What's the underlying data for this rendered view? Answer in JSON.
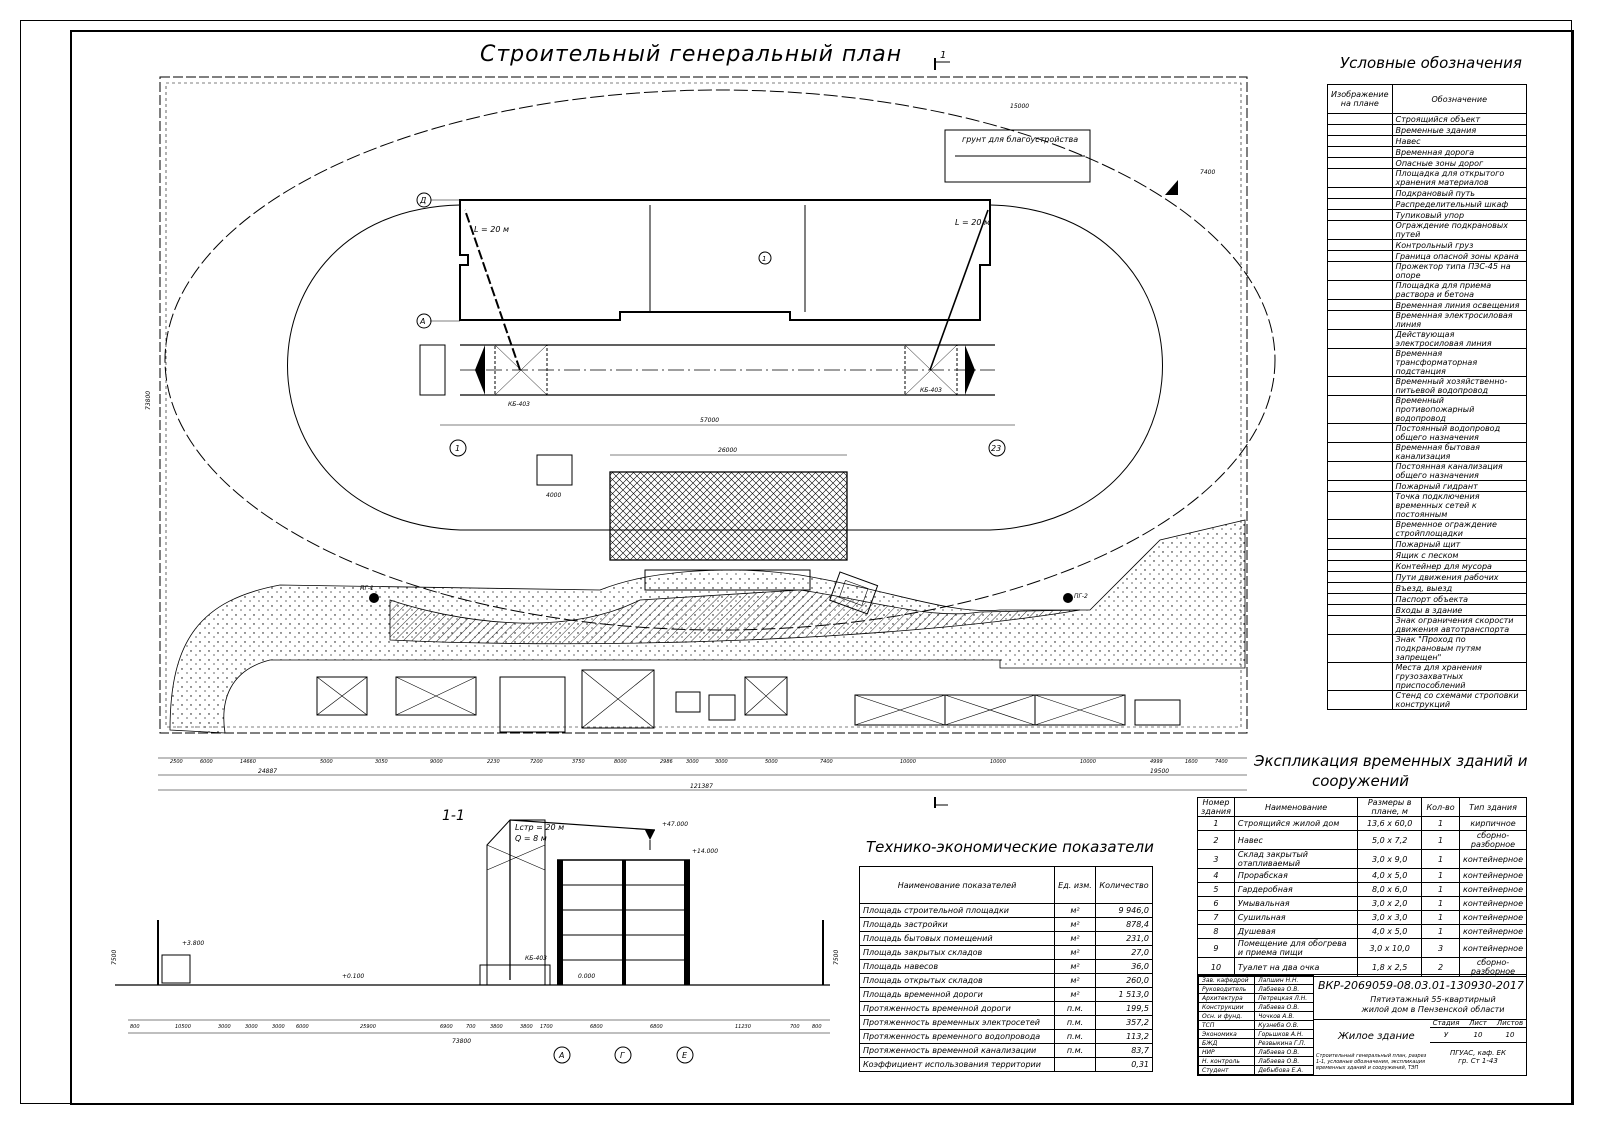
{
  "title": "Строительный генеральный план",
  "section_marker": "1",
  "section_title": "1-1",
  "legend": {
    "title": "Условные обозначения",
    "col_image": "Изображение на плане",
    "col_meaning": "Обозначение",
    "items": [
      "Строящийся объект",
      "Временные здания",
      "Навес",
      "Временная дорога",
      "Опасные зоны дорог",
      "Площадка для открытого хранения материалов",
      "Подкрановый путь",
      "Распределительный шкаф",
      "Тупиковый упор",
      "Ограждение подкрановых путей",
      "Контрольный груз",
      "Граница опасной зоны крана",
      "Прожектор типа ПЗС-45 на опоре",
      "Площадка для приема раствора и бетона",
      "Временная линия освещения",
      "Временная электросиловая линия",
      "Действующая электросиловая линия",
      "Временная трансформаторная подстанция",
      "Временный хозяйственно-питьевой водопровод",
      "Временный противопожарный водопровод",
      "Постоянный водопровод общего назначения",
      "Временная бытовая канализация",
      "Постоянная канализация общего назначения",
      "Пожарный гидрант",
      "Точка подключения временных сетей к постоянным",
      "Временное ограждение стройплощадки",
      "Пожарный щит",
      "Ящик с песком",
      "Контейнер для мусора",
      "Пути движения рабочих",
      "Въезд, выезд",
      "Паспорт объекта",
      "Входы в здание",
      "Знак ограничения скорости движения автотранспорта",
      "Знак \"Проход по подкрановым путям запрещен\"",
      "Места для хранения грузозахватных приспособлений",
      "Стенд со схемами строповки конструкций"
    ]
  },
  "explication": {
    "title_line1": "Экспликация временных зданий и",
    "title_line2": "сооружений",
    "headers": [
      "Номер здания",
      "Наименование",
      "Размеры в плане, м",
      "Кол-во",
      "Тип здания"
    ],
    "rows": [
      [
        "1",
        "Строящийся жилой дом",
        "13,6 х 60,0",
        "1",
        "кирпичное"
      ],
      [
        "2",
        "Навес",
        "5,0 х 7,2",
        "1",
        "сборно-разборное"
      ],
      [
        "3",
        "Склад закрытый отапливаемый",
        "3,0 х 9,0",
        "1",
        "контейнерное"
      ],
      [
        "4",
        "Прорабская",
        "4,0 х 5,0",
        "1",
        "контейнерное"
      ],
      [
        "5",
        "Гардеробная",
        "8,0 х 6,0",
        "1",
        "контейнерное"
      ],
      [
        "6",
        "Умывальная",
        "3,0 х 2,0",
        "1",
        "контейнерное"
      ],
      [
        "7",
        "Сушильная",
        "3,0 х 3,0",
        "1",
        "контейнерное"
      ],
      [
        "8",
        "Душевая",
        "4,0 х 5,0",
        "1",
        "контейнерное"
      ],
      [
        "9",
        "Помещение для обогрева и приема пищи",
        "3,0 х 10,0",
        "3",
        "контейнерное"
      ],
      [
        "10",
        "Туалет на два очка",
        "1,8 х 2,5",
        "2",
        "сборно-разборное"
      ]
    ]
  },
  "tep": {
    "title": "Технико-экономические показатели",
    "headers": [
      "Наименование показателей",
      "Ед. изм.",
      "Количество"
    ],
    "rows": [
      [
        "Площадь строительной площадки",
        "м²",
        "9 946,0"
      ],
      [
        "Площадь застройки",
        "м²",
        "878,4"
      ],
      [
        "Площадь бытовых помещений",
        "м²",
        "231,0"
      ],
      [
        "Площадь закрытых складов",
        "м²",
        "27,0"
      ],
      [
        "Площадь навесов",
        "м²",
        "36,0"
      ],
      [
        "Площадь открытых складов",
        "м²",
        "260,0"
      ],
      [
        "Площадь временной дороги",
        "м²",
        "1 513,0"
      ],
      [
        "Протяженность временной дороги",
        "п.м.",
        "199,5"
      ],
      [
        "Протяженность временных электросетей",
        "п.м.",
        "357,2"
      ],
      [
        "Протяженность временного водопровода",
        "п.м.",
        "113,2"
      ],
      [
        "Протяженность временной канализации",
        "п.м.",
        "83,7"
      ],
      [
        "Коэффициент использования территории",
        "",
        "0,31"
      ]
    ]
  },
  "stamp": {
    "code": "ВКР-2069059-08.03.01-130930-2017",
    "project": "Пятиэтажный 55-квартирный жилой дом в Пензенской области",
    "sheet_title": "Жилое здание",
    "sheet_desc": "Строительный генеральный план, разрез 1-1, условные обозначения, экспликация временных зданий и сооружений, ТЭП",
    "stage_h": "Стадия",
    "sheet_h": "Лист",
    "sheets_h": "Листов",
    "stage": "У",
    "sheet": "10",
    "sheets": "10",
    "org": "ПГУАС, каф. ЕК",
    "group": "гр. Ст 1-43",
    "roles": [
      [
        "Зав. кафедрой",
        "Лапшин Н.Н."
      ],
      [
        "Руководитель",
        "Лабаева О.В."
      ],
      [
        "Архитектура",
        "Петрецкая Л.Н."
      ],
      [
        "Конструкции",
        "Лабаева О.В."
      ],
      [
        "Осн. и фунд.",
        "Чочков А.В."
      ],
      [
        "ТСП",
        "Кузнеба О.В."
      ],
      [
        "Экономика",
        "Горьшков А.Н."
      ],
      [
        "БЖД",
        "Резвыкина Г.П."
      ],
      [
        "НИР",
        "Лабаева О.В."
      ],
      [
        "Н. контроль",
        "Лабаева О.В."
      ],
      [
        "Студент",
        "Дебыбова Е.А."
      ]
    ]
  },
  "plan_labels": {
    "crane_left": "КБ-403",
    "crane_right": "КБ-403",
    "reach_left": "L = 20 м",
    "reach_right": "L = 20 м",
    "soil": "грунт для благоустройства",
    "axis_d": "Д",
    "axis_a": "А",
    "axis_1": "1",
    "axis_23": "23",
    "building_no": "1",
    "dim_total": "121387",
    "dim_left": "24887",
    "dim_right": "19500",
    "dim_width": "73800",
    "dim_building": "57000",
    "dim_26000": "26000",
    "dim_15000": "15000",
    "dim_7400": "7400",
    "dim_4000": "4000",
    "dim_bottom": [
      "2500",
      "6000",
      "14660",
      "5000",
      "3050",
      "9000",
      "2230",
      "7200",
      "3750",
      "8000",
      "2986",
      "3000",
      "3000",
      "5000",
      "7400",
      "10000",
      "10000",
      "10000",
      "4999",
      "1600",
      "7400"
    ],
    "hydrant_1": "ПГ-1",
    "hydrant_2": "ПГ-2"
  },
  "section_labels": {
    "crane": "КБ-403",
    "reach": "Lстр = 20 м",
    "load": "Q = 8 м",
    "elev_top": "+47.000",
    "elev_roof": "+14.000",
    "elev_light": "+3.800",
    "elev_0": "0.000",
    "elev_01": "+0.100",
    "axes": [
      "А",
      "Г",
      "Е"
    ],
    "dims": [
      "800",
      "10500",
      "3000",
      "3000",
      "3000",
      "6000",
      "25900",
      "6900",
      "700",
      "3800",
      "3800",
      "1700",
      "6800",
      "6800",
      "11230",
      "700",
      "800"
    ],
    "total": "73800",
    "h_left": "7500",
    "h_right": "7500"
  },
  "colors": {
    "ink": "#000000",
    "paper": "#ffffff"
  }
}
